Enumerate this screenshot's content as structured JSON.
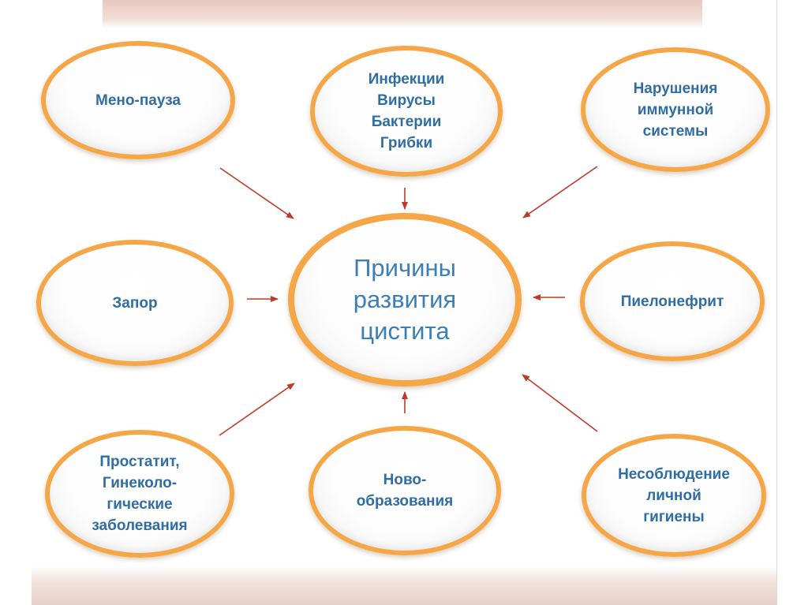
{
  "center": {
    "label": "Причины\nразвития\nцистита"
  },
  "causes": [
    {
      "id": "menopause",
      "label": "Мено-пауза"
    },
    {
      "id": "infections",
      "label": "Инфекции\nВирусы\nБактерии\nГрибки"
    },
    {
      "id": "immune",
      "label": "Нарушения\nиммунной\nсистемы"
    },
    {
      "id": "constipation",
      "label": "Запор"
    },
    {
      "id": "pyelonephritis",
      "label": "Пиелонефрит"
    },
    {
      "id": "prostatitis",
      "label": "Простатит,\nГинеколо-\nгические\nзаболевания"
    },
    {
      "id": "neoplasms",
      "label": "Ново-\nобразования"
    },
    {
      "id": "hygiene",
      "label": "Несоблюдение\nличной\nгигиены"
    }
  ],
  "colors": {
    "node_border": "#f5a646",
    "text": "#2f6da3",
    "arrow": "#c0392b"
  }
}
